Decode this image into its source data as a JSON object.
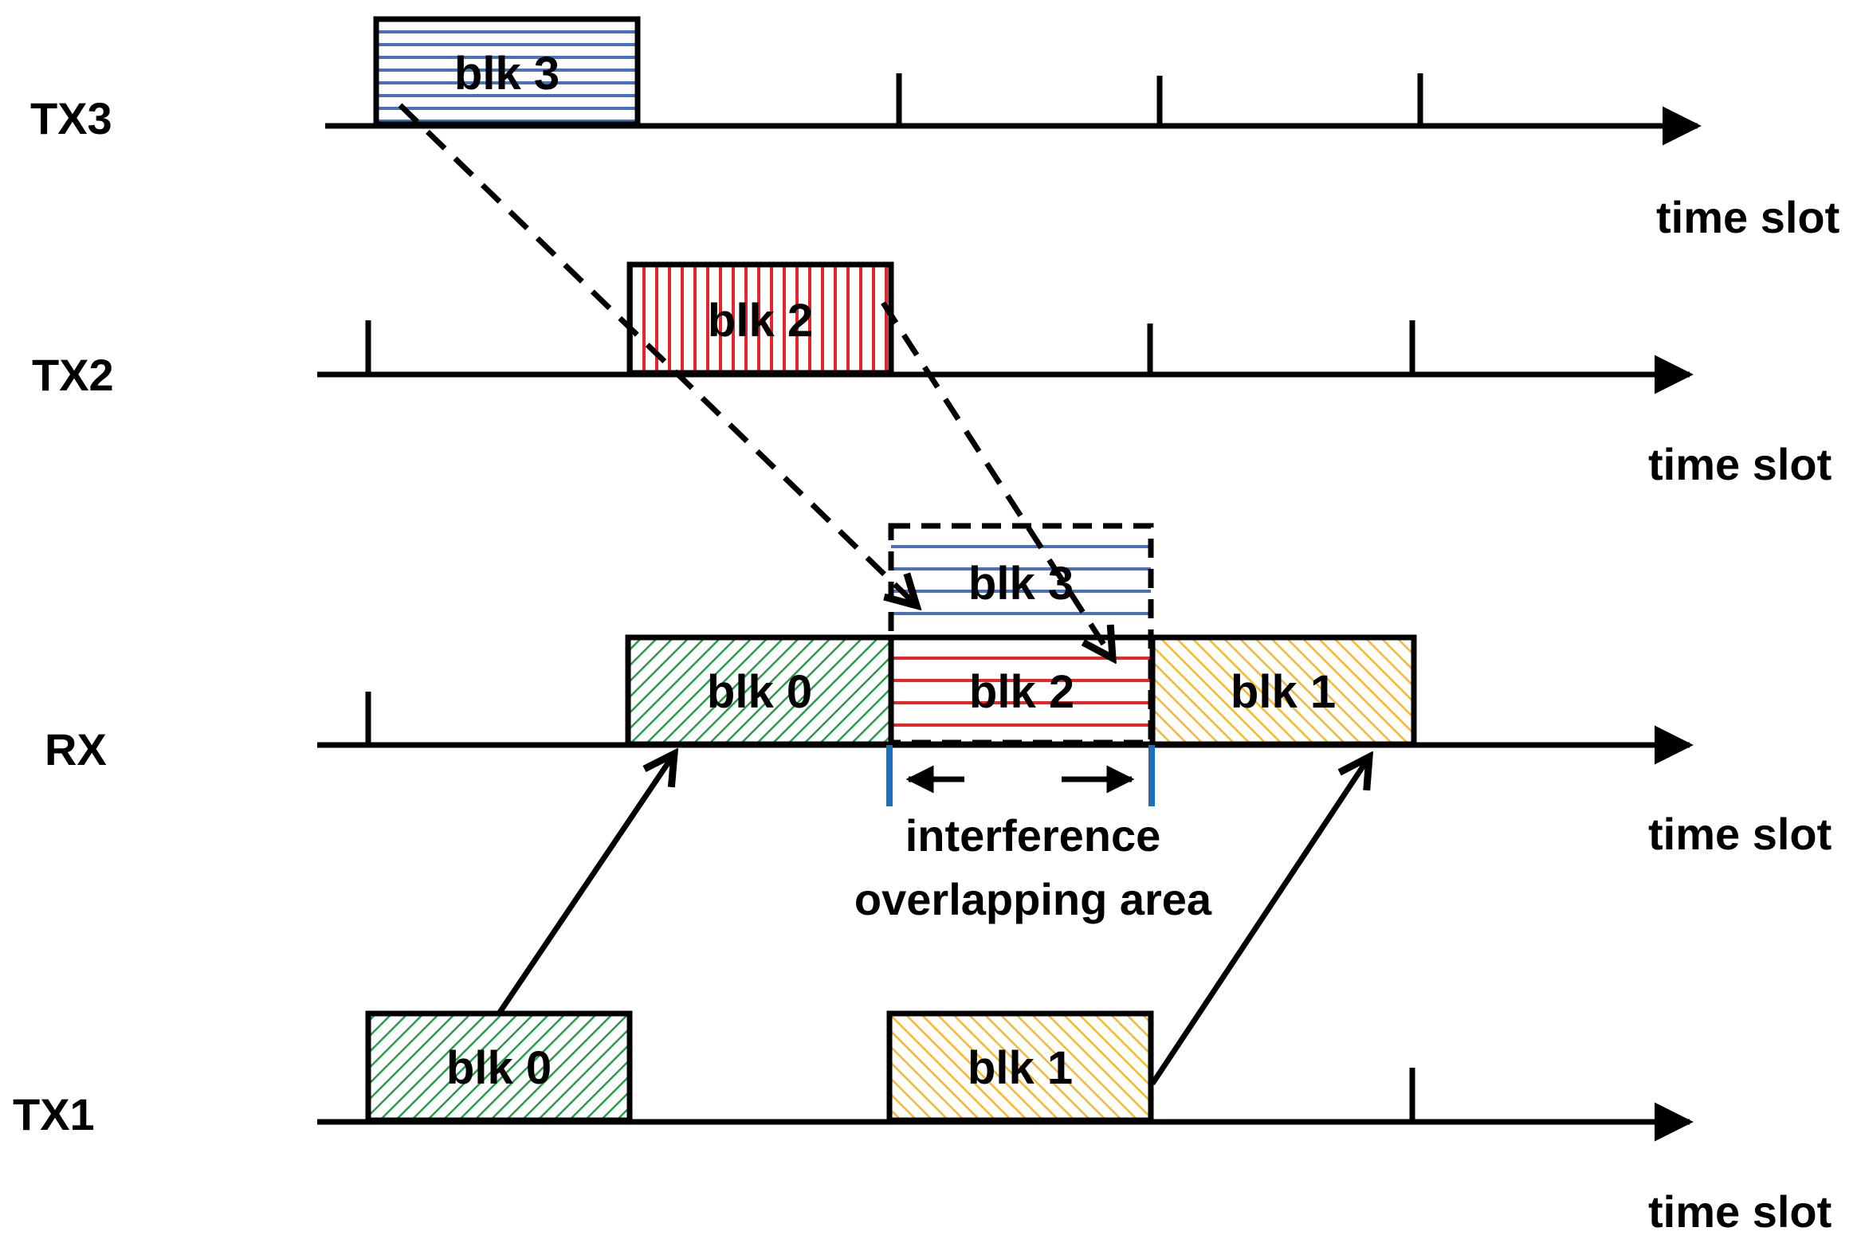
{
  "rows": {
    "tx3": "TX3",
    "tx2": "TX2",
    "rx": "RX",
    "tx1": "TX1"
  },
  "axis_label": "time slot",
  "blocks": {
    "blk0": "blk 0",
    "blk1": "blk 1",
    "blk2": "blk 2",
    "blk3": "blk 3"
  },
  "annotation": {
    "line1": "interference",
    "line2": "overlapping area"
  },
  "colors": {
    "blk0": "#2a9d4a",
    "blk1": "#f5b82e",
    "blk2": "#e8262a",
    "blk3": "#4a72b8",
    "boundary": "#1f6fb8"
  }
}
